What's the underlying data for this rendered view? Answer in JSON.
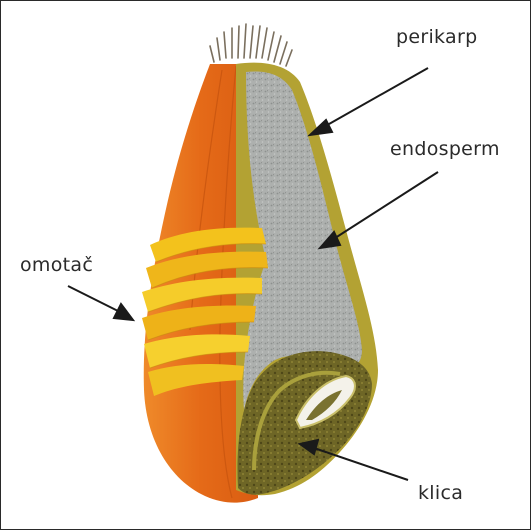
{
  "labels": {
    "perikarp": "perikarp",
    "endosperm": "endosperm",
    "omotac": "omotač",
    "klica": "klica"
  },
  "colors": {
    "husk_orange": "#e8701c",
    "husk_dark": "#c4520e",
    "lemma_yellow": "#f2c21c",
    "endosperm_gray": "#aeb0ae",
    "pericarp_olive": "#a99a2c",
    "germ_olive": "#6b6324",
    "arrow": "#1a1a1a"
  }
}
